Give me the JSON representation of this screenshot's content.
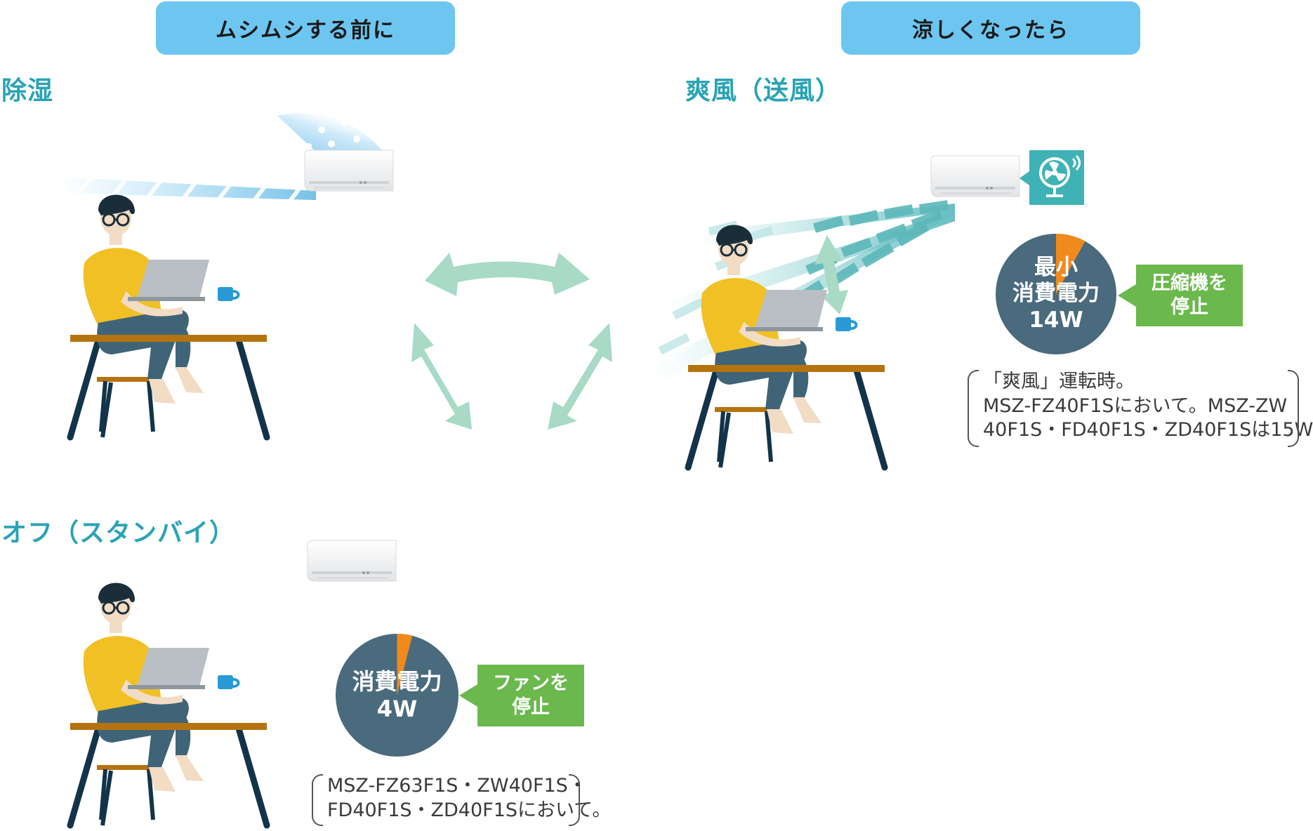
{
  "headers": {
    "before": "ムシムシする前に",
    "after": "涼しくなったら"
  },
  "modes": {
    "dehumidify": {
      "label": "除湿"
    },
    "fan": {
      "label": "爽風（送風）",
      "power": {
        "line1": "最小",
        "line2": "消費電力",
        "line3": "14W"
      },
      "power_share": 0.08,
      "callout": {
        "line1": "圧縮機を",
        "line2": "停止"
      },
      "note": [
        "「爽風」運転時。",
        "MSZ-FZ40F1Sにおいて。MSZ-ZW",
        "40F1S・FD40F1S・ZD40F1Sは15W"
      ]
    },
    "off": {
      "label": "オフ（スタンバイ）",
      "power": {
        "line1": "消費電力",
        "line2": "4W"
      },
      "power_share": 0.04,
      "callout": {
        "line1": "ファンを",
        "line2": "停止"
      },
      "note": [
        "MSZ-FZ63F1S・ZW40F1S・",
        "FD40F1S・ZD40F1Sにおいて。"
      ]
    }
  },
  "colors": {
    "accent_teal": "#2aa3b5",
    "pill_blue": "#6cc6f0",
    "pie_slate": "#4a6a7d",
    "pie_orange": "#f08a1c",
    "callout_green": "#6bb84d",
    "cycle_arrow": "#a8dac6"
  },
  "icons": [
    "air-conditioner-icon",
    "fan-icon",
    "cycle-arrows-icon",
    "person-at-desk-icon"
  ]
}
